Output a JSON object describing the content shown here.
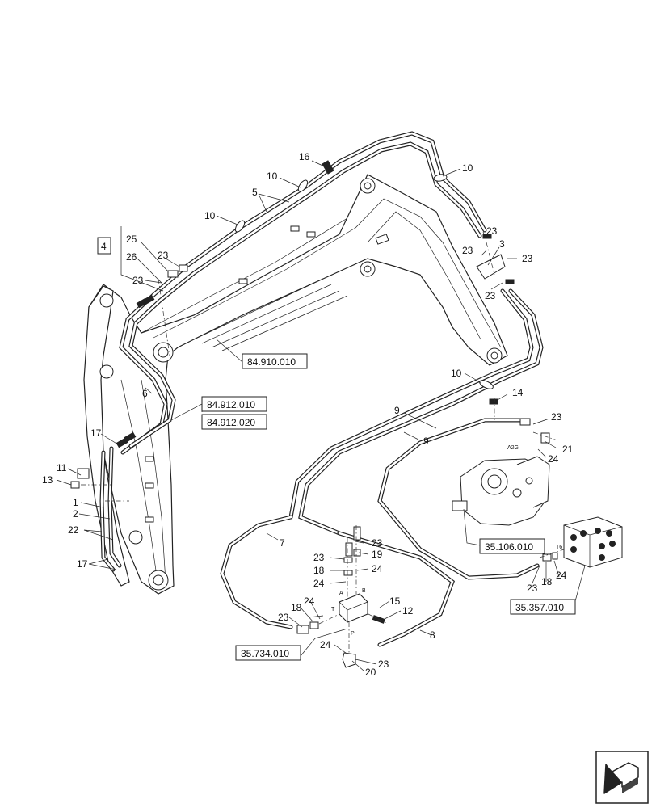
{
  "callouts": {
    "c1": "1",
    "c2": "2",
    "c3": "3",
    "c4": "4",
    "c5": "5",
    "c6": "6",
    "c7": "7",
    "c8": "8",
    "c9a": "9",
    "c9b": "9",
    "c10a": "10",
    "c10b": "10",
    "c10c": "10",
    "c10d": "10",
    "c11": "11",
    "c12": "12",
    "c13": "13",
    "c14": "14",
    "c15": "15",
    "c16": "16",
    "c17a": "17",
    "c17b": "17",
    "c18a": "18",
    "c18b": "18",
    "c18c": "18",
    "c19": "19",
    "c20": "20",
    "c21": "21",
    "c22": "22",
    "c23a": "23",
    "c23b": "23",
    "c23c": "23",
    "c23d": "23",
    "c23e": "23",
    "c23f": "23",
    "c23g": "23",
    "c23h": "23",
    "c23i": "23",
    "c23j": "23",
    "c23k": "23",
    "c23l": "23",
    "c24a": "24",
    "c24b": "24",
    "c24c": "24",
    "c24d": "24",
    "c24e": "24",
    "c24f": "24",
    "c25": "25",
    "c26": "26"
  },
  "references": {
    "r1": "84.910.010",
    "r2": "84.912.010",
    "r3": "84.912.020",
    "r4": "35.106.010",
    "r5": "35.357.010",
    "r6": "35.734.010"
  },
  "port_labels": {
    "a2g": "A2G",
    "t6": "T6",
    "a": "A",
    "b": "B",
    "t": "T",
    "p": "P"
  },
  "nav": {
    "icon": "arrow-icon"
  }
}
